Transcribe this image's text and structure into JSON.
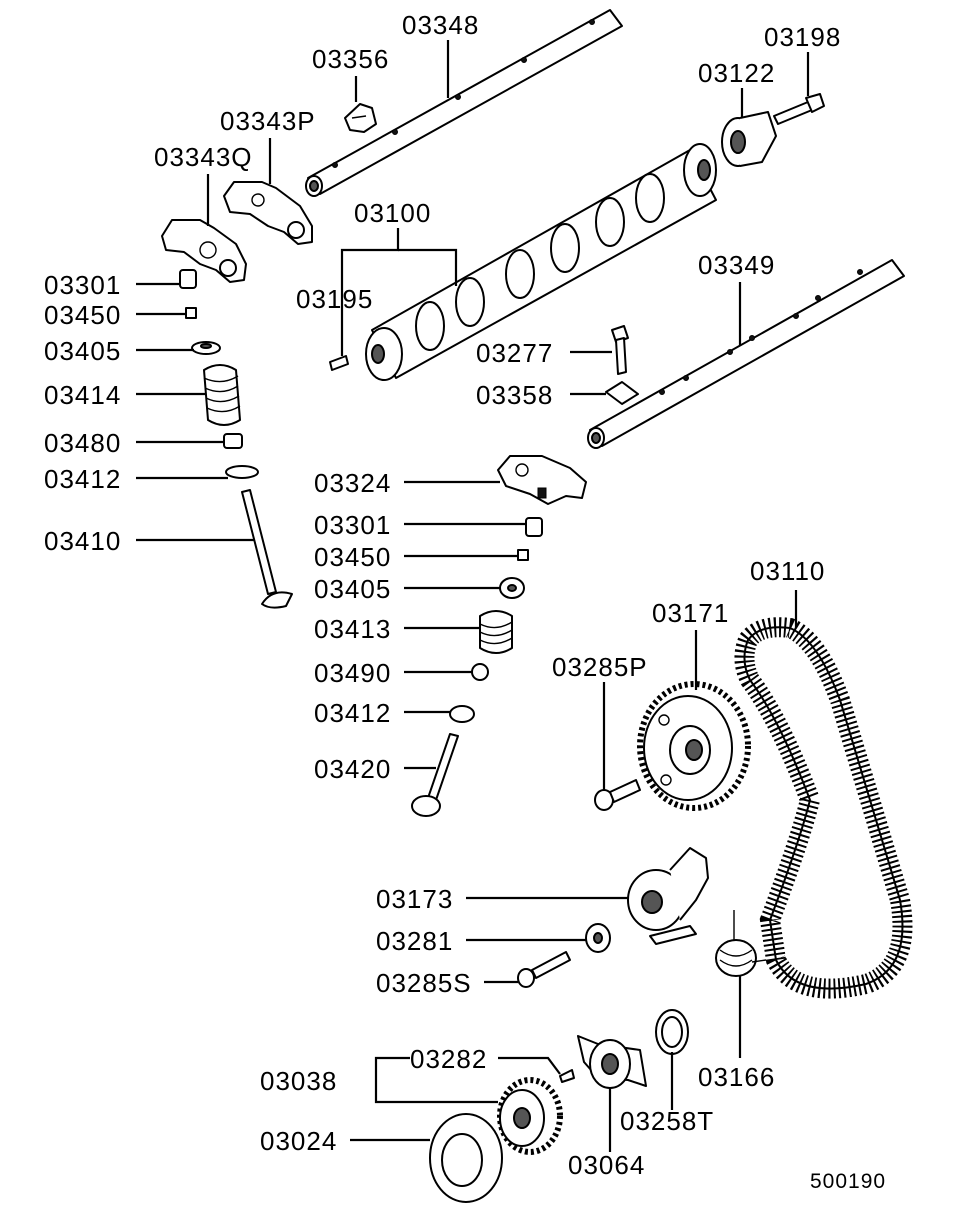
{
  "diagram": {
    "reference_number": "500190",
    "labels": {
      "p03348": "03348",
      "p03356": "03356",
      "p03198": "03198",
      "p03122": "03122",
      "p03343p": "03343P",
      "p03343q": "03343Q",
      "p03100": "03100",
      "p03195": "03195",
      "p03301a": "03301",
      "p03450a": "03450",
      "p03405a": "03405",
      "p03414": "03414",
      "p03480": "03480",
      "p03412a": "03412",
      "p03410": "03410",
      "p03349": "03349",
      "p03277": "03277",
      "p03358": "03358",
      "p03324": "03324",
      "p03301b": "03301",
      "p03450b": "03450",
      "p03405b": "03405",
      "p03413": "03413",
      "p03490": "03490",
      "p03412b": "03412",
      "p03420": "03420",
      "p03110": "03110",
      "p03171": "03171",
      "p03285p": "03285P",
      "p03173": "03173",
      "p03281": "03281",
      "p03285s": "03285S",
      "p03166": "03166",
      "p03038": "03038",
      "p03282": "03282",
      "p03258t": "03258T",
      "p03024": "03024",
      "p03064": "03064"
    }
  }
}
